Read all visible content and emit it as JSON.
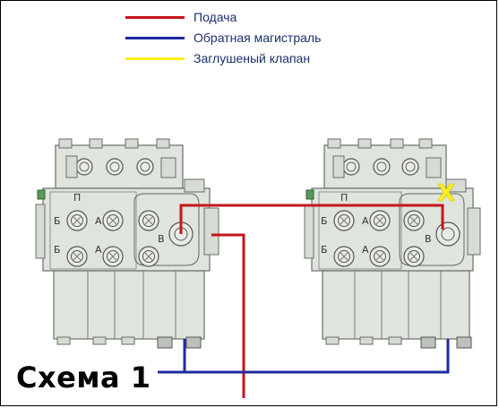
{
  "legend": {
    "items": [
      {
        "label": "Подача",
        "color": "#c4161c"
      },
      {
        "label": "Обратная магистраль",
        "color": "#1e2ba0"
      },
      {
        "label": "Заглушеный клапан",
        "color": "#ffee22"
      }
    ]
  },
  "scheme": {
    "title": "Схема 1"
  },
  "valve_left": {
    "dims": [
      "53",
      "42",
      "42"
    ],
    "port_labels": [
      "Б",
      "А",
      "Б",
      "А",
      "В"
    ],
    "tag": "П"
  },
  "valve_right": {
    "dims": [
      "53",
      "42",
      "42"
    ],
    "port_labels": [
      "Б",
      "А",
      "Б",
      "А",
      "В"
    ],
    "tag": "П"
  },
  "plugged_marker": "X",
  "colors": {
    "supply": "#c4161c",
    "return": "#1e2ba0",
    "plugged": "#ffee22",
    "valve_body": "#dfe4dd",
    "valve_stroke": "#6a6e6a"
  }
}
